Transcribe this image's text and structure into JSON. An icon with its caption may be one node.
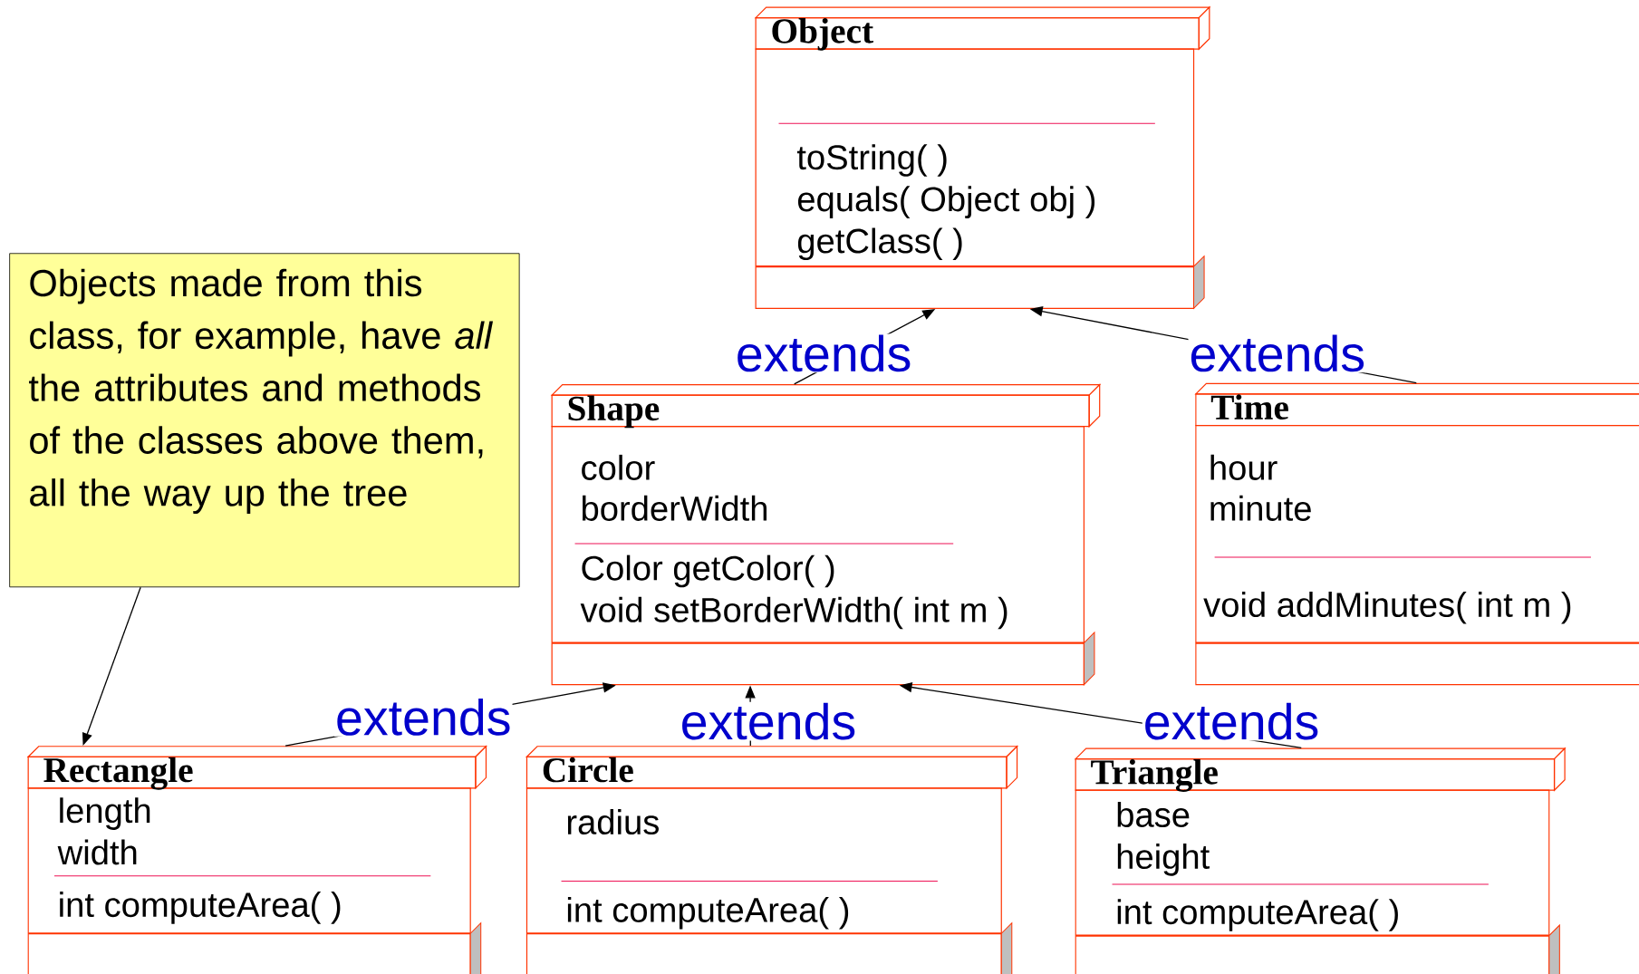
{
  "diagram": {
    "nodes": [
      {
        "text": [
          "Object",
          "toString( )",
          "equals( Object obj )",
          "getClass( )"
        ]
      },
      {
        "text": [
          "Objects made from this class, for example, have *all* the attributes and methods of the classes above them, all the way up the tree"
        ]
      },
      {
        "text": [
          "Shape",
          "color",
          "borderWidth",
          "Color getColor( )",
          "void setBorderWidth( int m )"
        ]
      },
      {
        "text": [
          "Time",
          "hour",
          "minute",
          "void addMinutes( int m )"
        ]
      },
      {
        "text": [
          "Rectangle",
          "length",
          "width",
          "int computeArea( )"
        ]
      },
      {
        "text": [
          "Circle",
          "radius",
          "int computeArea( )"
        ]
      },
      {
        "text": [
          "Triangle",
          "base",
          "height",
          "int computeArea( )"
        ]
      }
    ],
    "edges": [
      {
        "from": 2,
        "to": 0,
        "arrow": "to",
        "label": "extends"
      },
      {
        "from": 3,
        "to": 0,
        "arrow": "to",
        "label": "extends"
      },
      {
        "from": 4,
        "to": 2,
        "arrow": "to",
        "label": "extends"
      },
      {
        "from": 5,
        "to": 2,
        "arrow": "to",
        "label": "extends"
      },
      {
        "from": 6,
        "to": 2,
        "arrow": "to",
        "label": "extends"
      },
      {
        "from": 1,
        "to": 4,
        "arrow": "to"
      }
    ]
  }
}
